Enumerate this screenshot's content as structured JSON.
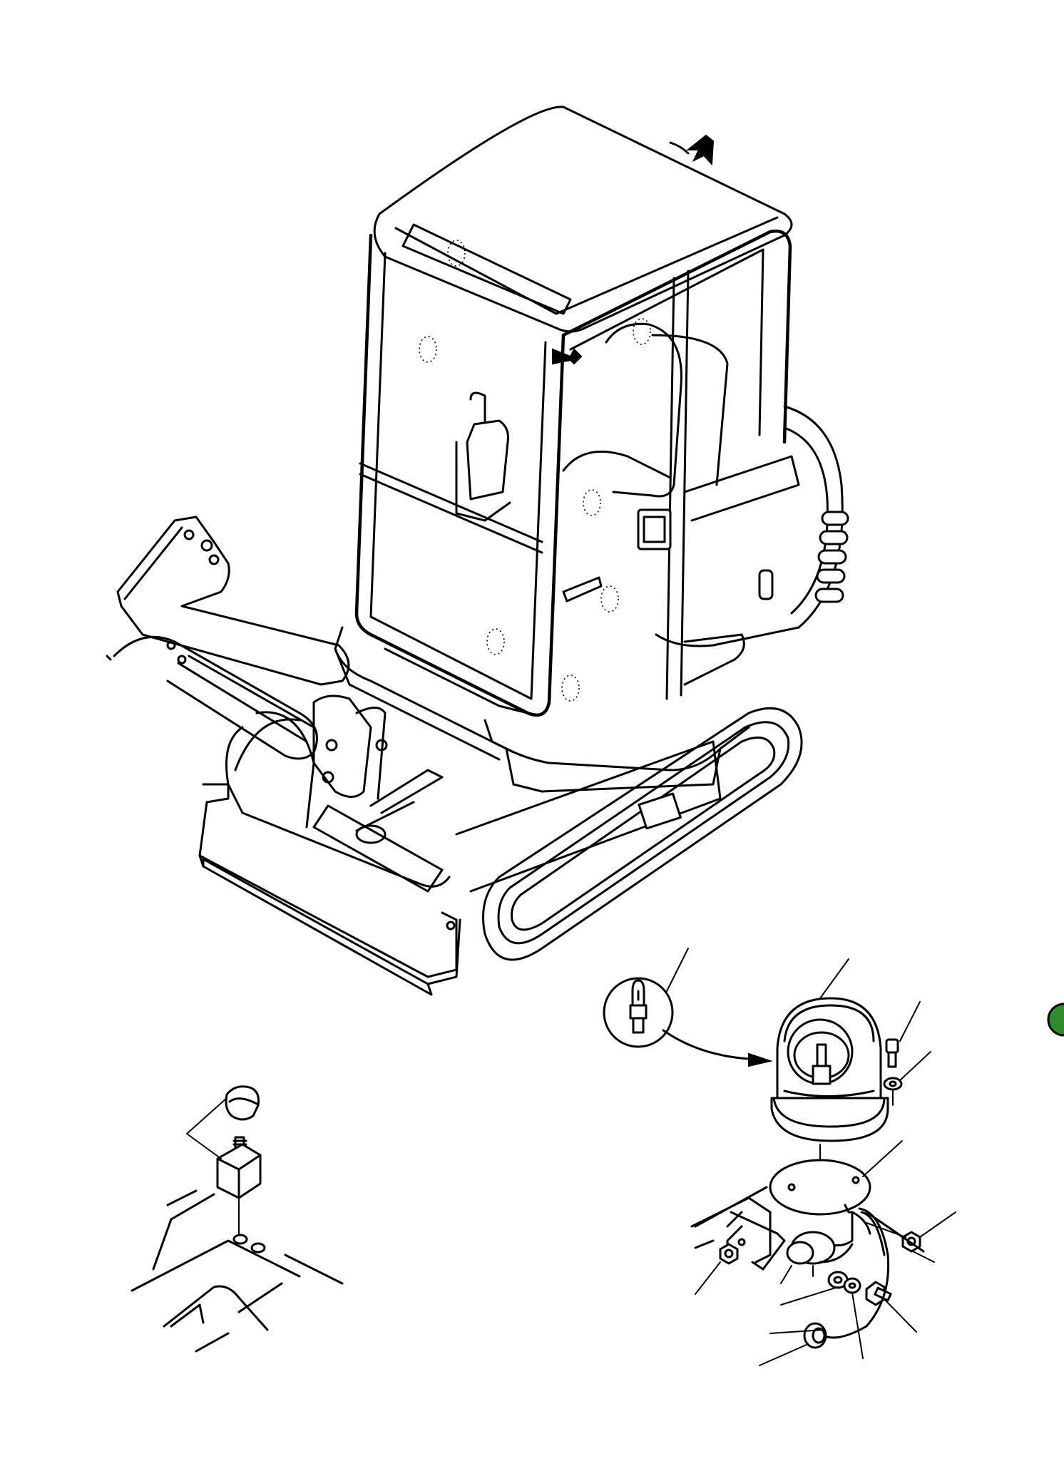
{
  "figure": {
    "callouts": [
      "excavator-cab",
      "rotating-beacon",
      "bulb",
      "beacon-base-plate",
      "bracket",
      "switch-knob",
      "switch"
    ],
    "marker_color": "#2e8b2e"
  }
}
